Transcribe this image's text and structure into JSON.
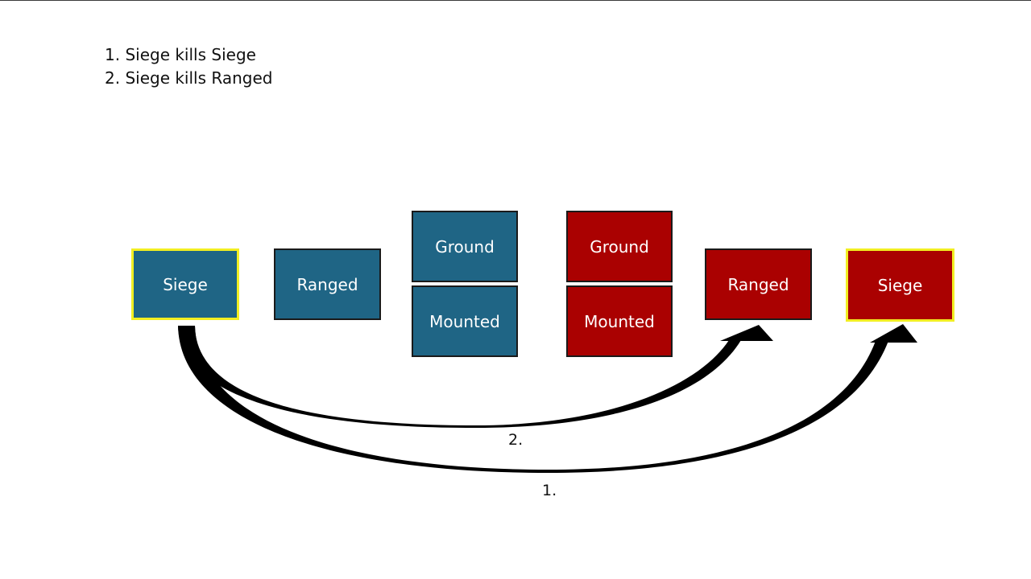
{
  "rules": [
    "1. Siege kills Siege",
    "2. Siege kills Ranged"
  ],
  "blue_side": {
    "siege": "Siege",
    "ranged": "Ranged",
    "ground": "Ground",
    "mounted": "Mounted"
  },
  "red_side": {
    "ground": "Ground",
    "mounted": "Mounted",
    "ranged": "Ranged",
    "siege": "Siege"
  },
  "arrows": {
    "label_1": "1.",
    "label_2": "2."
  },
  "colors": {
    "blue_team": "#1f6585",
    "red_team": "#aa0101",
    "highlight": "#f2ee22"
  }
}
